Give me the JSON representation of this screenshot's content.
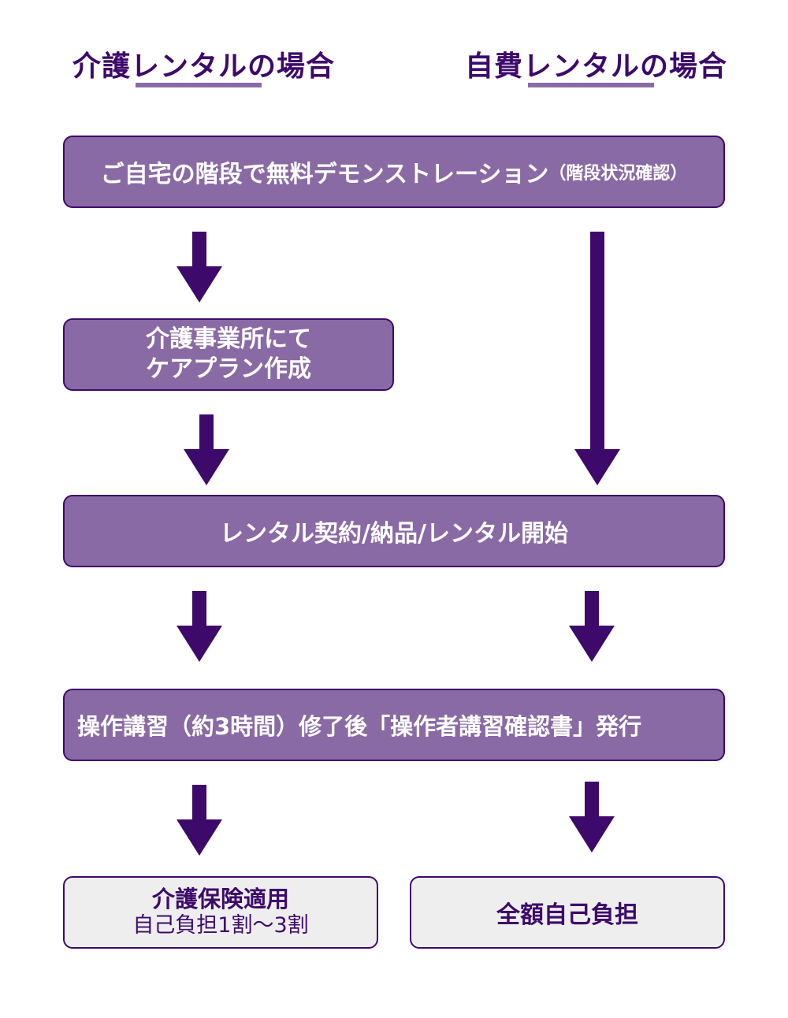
{
  "headings": {
    "left": "介護レンタルの場合",
    "right": "自費レンタルの場合"
  },
  "steps": {
    "demo": {
      "main": "ご自宅の階段で無料デモンストレーション",
      "sub": "（階段状況確認）"
    },
    "careplan": {
      "line1": "介護事業所にて",
      "line2": "ケアプラン作成"
    },
    "contract": "レンタル契約/納品/レンタル開始",
    "training": "操作講習（約3時間）修了後「操作者講習確認書」発行",
    "insurance": {
      "line1": "介護保険適用",
      "line2": "自己負担1割～3割"
    },
    "selfpay": "全額自己負担"
  },
  "colors": {
    "dark_purple": "#3d0a6b",
    "box_purple": "#8a6aa5",
    "box_grey": "#efeeee"
  }
}
